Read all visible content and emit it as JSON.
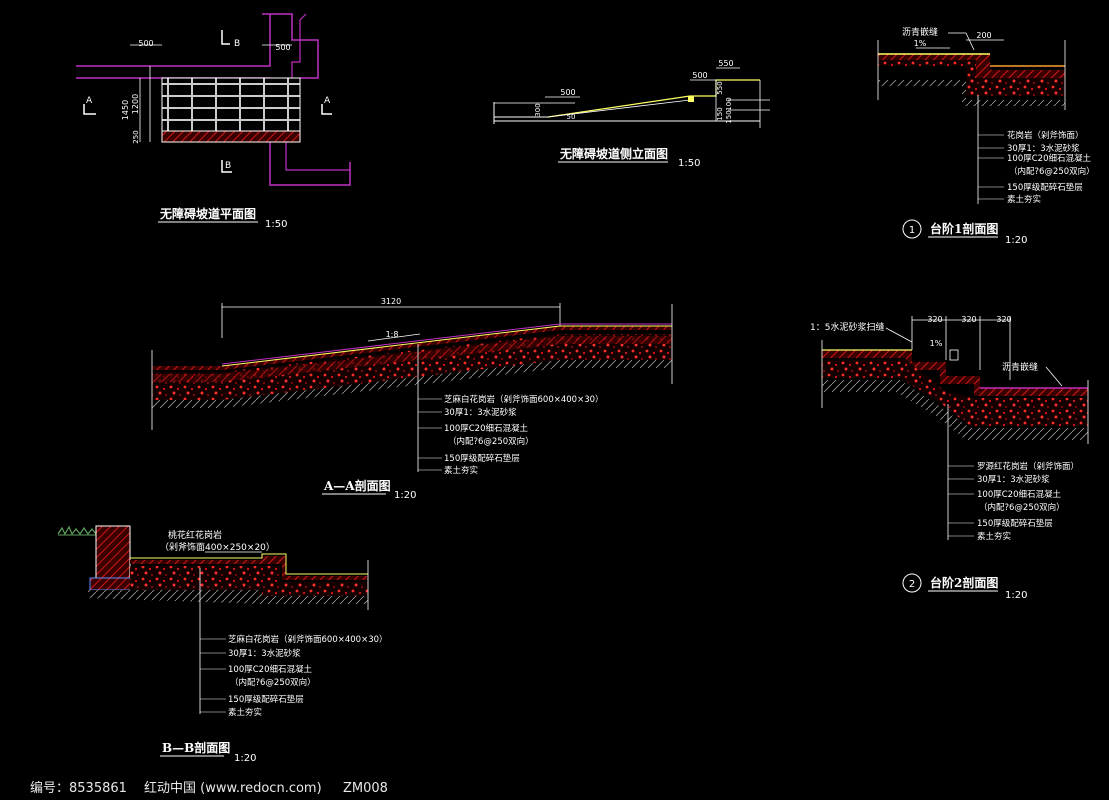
{
  "colors": {
    "background": "#000000",
    "line": "#ffffff",
    "accent_red": "#ff2020",
    "hatch_red": "#c01010",
    "magenta": "#c030c0",
    "yellow": "#ffff66",
    "orange": "#ff9b30",
    "grey_dim": "#9a9a9a"
  },
  "plan": {
    "title": "无障碍坡道平面图",
    "scale": "1:50",
    "dims": [
      "500",
      "500",
      "1450",
      "1200",
      "250"
    ],
    "section_marks": [
      "B",
      "A",
      "B",
      "A"
    ]
  },
  "side_elevation": {
    "title": "无障碍坡道侧立面图",
    "scale": "1:50",
    "dims": [
      "500",
      "500",
      "550",
      "300",
      "50",
      "550",
      "100",
      "150",
      "150"
    ]
  },
  "step1": {
    "number": "1",
    "title": "台阶1剖面图",
    "scale": "1:20",
    "top_label": "沥青嵌缝",
    "dims": [
      "200",
      "1%"
    ],
    "layers": [
      "花岗岩（剁斧饰面）",
      "30厚1：3水泥砂浆",
      "100厚C20细石混凝土",
      "（内配?6@250双向）",
      "150厚级配碎石垫层",
      "素土夯实"
    ]
  },
  "section_aa": {
    "title": "A—A剖面图",
    "scale": "1:20",
    "dims": [
      "3120",
      "1:8"
    ],
    "layers": [
      "芝麻白花岗岩（剁斧饰面600×400×30）",
      "30厚1：3水泥砂浆",
      "100厚C20细石混凝土",
      "（内配?6@250双向）",
      "150厚级配碎石垫层",
      "素土夯实"
    ]
  },
  "step2": {
    "number": "2",
    "title": "台阶2剖面图",
    "scale": "1:20",
    "top_left_label": "1：5水泥砂浆扫缝",
    "right_label": "沥青嵌缝",
    "dims": [
      "320",
      "320",
      "320",
      "1%"
    ],
    "layers": [
      "罗源红花岗岩（剁斧饰面）",
      "30厚1：3水泥砂浆",
      "100厚C20细石混凝土",
      "（内配?6@250双向）",
      "150厚级配碎石垫层",
      "素土夯实"
    ]
  },
  "section_bb": {
    "title": "B—B剖面图",
    "scale": "1:20",
    "top_label_1": "桃花红花岗岩",
    "top_label_2": "（剁斧饰面400×250×20）",
    "layers": [
      "芝麻白花岗岩（剁斧饰面600×400×30）",
      "30厚1：3水泥砂浆",
      "100厚C20细石混凝土",
      "（内配?6@250双向）",
      "150厚级配碎石垫层",
      "素土夯实"
    ]
  },
  "footer": {
    "id_label": "编号：8535861",
    "site": "红动中国 (www.redocn.com)",
    "code": "ZM008"
  }
}
